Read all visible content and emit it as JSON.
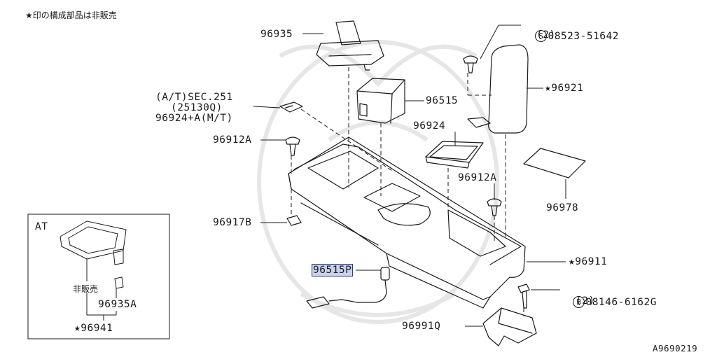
{
  "header_note": "★印の構成部品は非販売",
  "footer_code": "A9690219",
  "symbols": {
    "screw": "S",
    "bolt": "B"
  },
  "labels": {
    "p96935": "96935",
    "p08523": "08523-51642",
    "p08523_qty": "(2)",
    "p96921": "★96921",
    "sec_at": "(A/T)SEC.251",
    "sec_code": "(25130Q)",
    "p96924_mt": "96924+A(M/T)",
    "p96515": "96515",
    "p96924": "96924",
    "p96912a_left": "96912A",
    "p96912a_right": "96912A",
    "p96978": "96978",
    "p96917b": "96917B",
    "p96911": "★96911",
    "p96515p": "96515P",
    "p08146": "08146-6162G",
    "p08146_qty": "(2)",
    "p96991q": "96991Q"
  },
  "inset": {
    "title": "AT",
    "not_sold": "非販売",
    "part": "96935A",
    "assembly": "★96941"
  }
}
